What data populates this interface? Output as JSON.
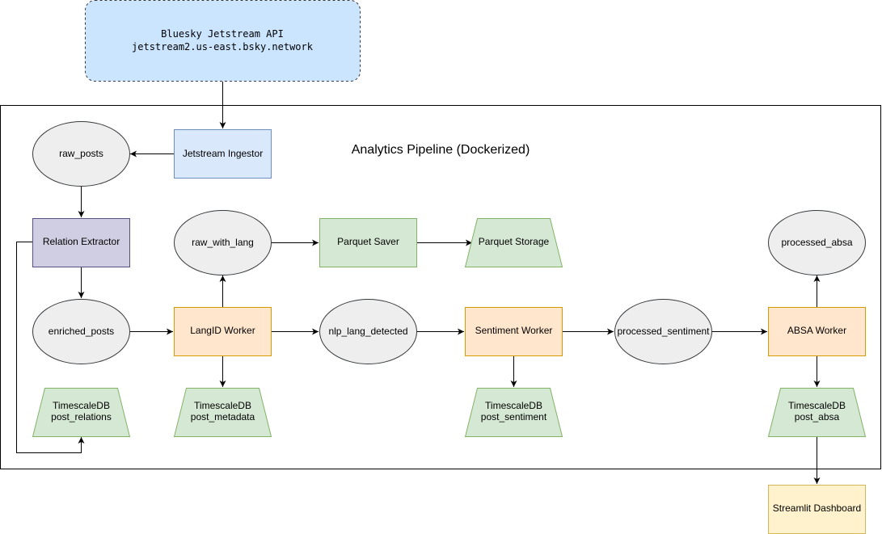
{
  "source_api": {
    "name": "Bluesky Jetstream API",
    "host": "jetstream2.us-east.bsky.network"
  },
  "pipeline_title": "Analytics Pipeline (Dockerized)",
  "workers": {
    "ingestor": "Jetstream Ingestor",
    "relation_extractor": "Relation Extractor",
    "parquet_saver": "Parquet Saver",
    "langid": "LangID Worker",
    "sentiment": "Sentiment Worker",
    "absa": "ABSA Worker"
  },
  "topics": {
    "raw_posts": "raw_posts",
    "raw_with_lang": "raw_with_lang",
    "enriched_posts": "enriched_posts",
    "nlp_lang_detected": "nlp_lang_detected",
    "processed_sentiment": "processed_sentiment",
    "processed_absa": "processed_absa"
  },
  "storage": {
    "parquet": "Parquet Storage",
    "relations": {
      "db": "TimescaleDB",
      "table": "post_relations"
    },
    "metadata": {
      "db": "TimescaleDB",
      "table": "post_metadata"
    },
    "sentiment": {
      "db": "TimescaleDB",
      "table": "post_sentiment"
    },
    "absa": {
      "db": "TimescaleDB",
      "table": "post_absa"
    }
  },
  "dashboard": "Streamlit Dashboard",
  "colors": {
    "api_fill": "#cce5ff",
    "ingestor_fill": "#dae8fc",
    "ingestor_stroke": "#6c8ebf",
    "extractor_fill": "#d0cee2",
    "extractor_stroke": "#56517e",
    "worker_fill": "#ffe6cc",
    "worker_stroke": "#d79b00",
    "topic_fill": "#eeeeee",
    "topic_stroke": "#36393d",
    "storage_fill": "#d5e8d4",
    "storage_stroke": "#82b366",
    "dashboard_fill": "#fff2cc",
    "dashboard_stroke": "#d6b656"
  }
}
